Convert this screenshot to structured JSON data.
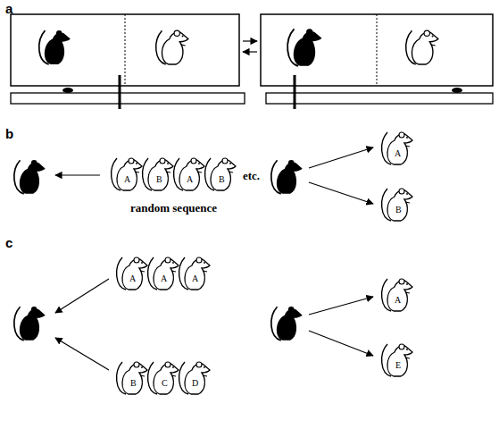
{
  "diagram": {
    "nodes": [
      {
        "text": [
          "A"
        ]
      },
      {
        "text": [
          "B"
        ]
      },
      {
        "text": [
          "A"
        ]
      },
      {
        "text": [
          "B"
        ]
      },
      {
        "text": [
          "A"
        ]
      },
      {
        "text": [
          "B"
        ]
      },
      {
        "text": [
          "A"
        ]
      },
      {
        "text": [
          "A"
        ]
      },
      {
        "text": [
          "A"
        ]
      },
      {
        "text": [
          "B"
        ]
      },
      {
        "text": [
          "C"
        ]
      },
      {
        "text": [
          "D"
        ]
      },
      {
        "text": [
          "A"
        ]
      },
      {
        "text": [
          "E"
        ]
      }
    ],
    "labels": [
      "a",
      "b",
      "etc.",
      "random sequence",
      "c"
    ]
  }
}
